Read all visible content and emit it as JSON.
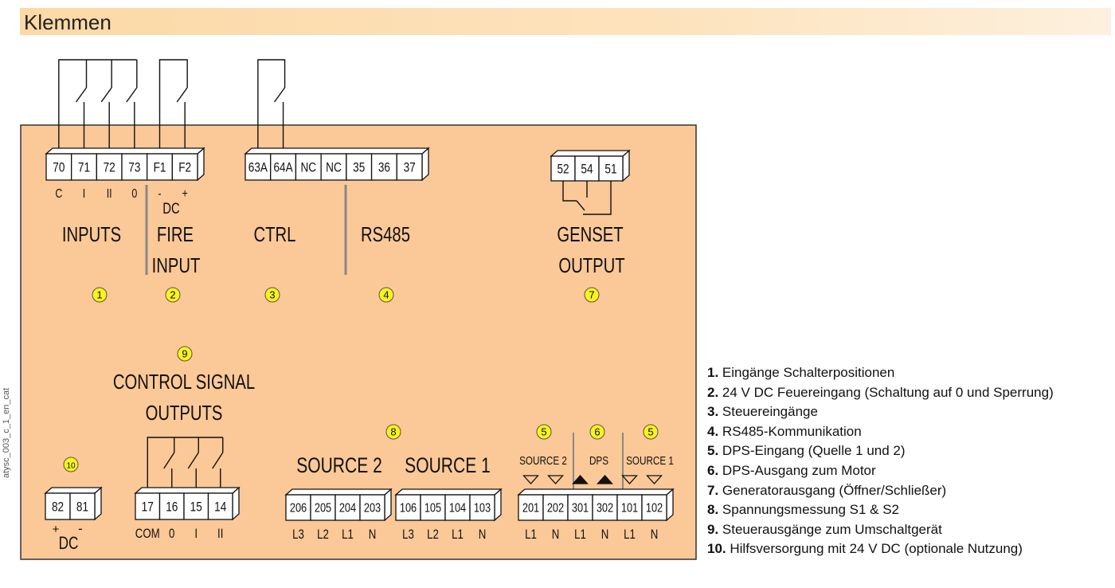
{
  "title": "Klemmen",
  "side_label": "atysc_003_c_1_en_cat",
  "colors": {
    "panel": "#fbc897",
    "circle_fill": "#f7f31c",
    "header": "#fcd9a6"
  },
  "groups": {
    "inputs": {
      "terminals": [
        "70",
        "71",
        "72",
        "73",
        "F1",
        "F2"
      ],
      "sublabels": [
        "C",
        "I",
        "II",
        "0",
        "-",
        "+"
      ],
      "dc": "DC",
      "label1": "INPUTS",
      "label2a": "FIRE",
      "label2b": "INPUT",
      "badge1": "1",
      "badge2": "2"
    },
    "ctrl": {
      "terminals": [
        "63A",
        "64A",
        "NC",
        "NC",
        "35",
        "36",
        "37"
      ],
      "label_ctrl": "CTRL",
      "label_rs485": "RS485",
      "badge3": "3",
      "badge4": "4"
    },
    "genset": {
      "terminals": [
        "52",
        "54",
        "51"
      ],
      "label_a": "GENSET",
      "label_b": "OUTPUT",
      "badge": "7"
    },
    "control_signal": {
      "badge": "9",
      "label_a": "CONTROL SIGNAL",
      "label_b": "OUTPUTS",
      "terminals": [
        "17",
        "16",
        "15",
        "14"
      ],
      "sublabels": [
        "COM",
        "0",
        "I",
        "II"
      ]
    },
    "aux": {
      "badge": "10",
      "terminals": [
        "82",
        "81"
      ],
      "plus": "+",
      "minus": "-",
      "dc": "DC"
    },
    "sources": {
      "badge": "8",
      "label_s2": "SOURCE 2",
      "label_s1": "SOURCE 1",
      "s2_terminals": [
        "206",
        "205",
        "204",
        "203"
      ],
      "s1_terminals": [
        "106",
        "105",
        "104",
        "103"
      ],
      "sublabels": [
        "L3",
        "L2",
        "L1",
        "N"
      ]
    },
    "dps": {
      "badge_left": "5",
      "badge_mid": "6",
      "badge_right": "5",
      "label_s2": "SOURCE 2",
      "label_dps": "DPS",
      "label_s1": "SOURCE 1",
      "terminals": [
        "201",
        "202",
        "301",
        "302",
        "101",
        "102"
      ],
      "sublabels": [
        "L1",
        "N",
        "L1",
        "N",
        "L1",
        "N"
      ]
    }
  },
  "legend": [
    {
      "num": "1.",
      "text": "Eingänge Schalterpositionen"
    },
    {
      "num": "2.",
      "text": "24 V DC Feuereingang (Schaltung auf 0 und Sperrung)"
    },
    {
      "num": "3.",
      "text": "Steuereingänge"
    },
    {
      "num": "4.",
      "text": "RS485-Kommunikation"
    },
    {
      "num": "5.",
      "text": "DPS-Eingang (Quelle 1 und 2)"
    },
    {
      "num": "6.",
      "text": "DPS-Ausgang zum Motor"
    },
    {
      "num": "7.",
      "text": "Generatorausgang (Öffner/Schließer)"
    },
    {
      "num": "8.",
      "text": "Spannungsmessung S1 & S2"
    },
    {
      "num": "9.",
      "text": "Steuerausgänge zum Umschaltgerät"
    },
    {
      "num": "10.",
      "text": "Hilfsversorgung mit 24 V DC (optionale Nutzung)"
    }
  ]
}
